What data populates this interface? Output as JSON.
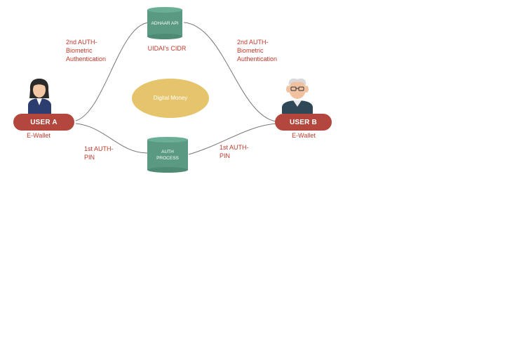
{
  "nodes": {
    "adhaar_api": {
      "label": "ADHAAR API",
      "caption": "UIDAI's CIDR",
      "color": "#5a9a83"
    },
    "auth_process": {
      "label": "AUTH PROCESS",
      "color": "#5a9a83"
    },
    "digital_money": {
      "label": "Digital Money",
      "color": "#e6c46c"
    },
    "user_a": {
      "label": "USER A",
      "wallet": "E-Wallet",
      "color": "#b4473d"
    },
    "user_b": {
      "label": "USER B",
      "wallet": "E-Wallet",
      "color": "#b4473d"
    }
  },
  "edges": {
    "left_top": [
      "2nd AUTH-",
      "Biometric",
      "Authentication"
    ],
    "right_top": [
      "2nd AUTH-",
      "Biometric",
      "Authentication"
    ],
    "left_bottom": [
      "1st AUTH-",
      "PIN"
    ],
    "right_bottom": [
      "1st AUTH-",
      "PIN"
    ]
  },
  "colors": {
    "text_accent": "#c0392b",
    "line": "#777777"
  }
}
